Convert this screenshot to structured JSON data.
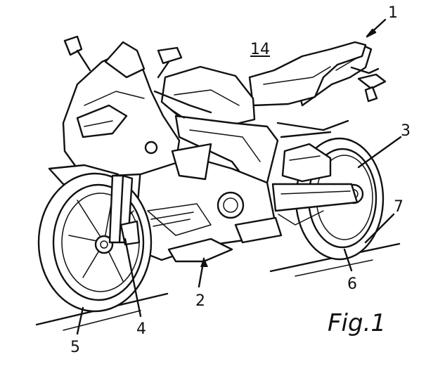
{
  "figure_caption": "Fig.1",
  "reference_numerals": {
    "ref_1": "1",
    "ref_2": "2",
    "ref_3": "3",
    "ref_4": "4",
    "ref_5": "5",
    "ref_6": "6",
    "ref_7": "7",
    "ref_14": "14"
  },
  "line_color": "#111111",
  "background_color": "#ffffff"
}
